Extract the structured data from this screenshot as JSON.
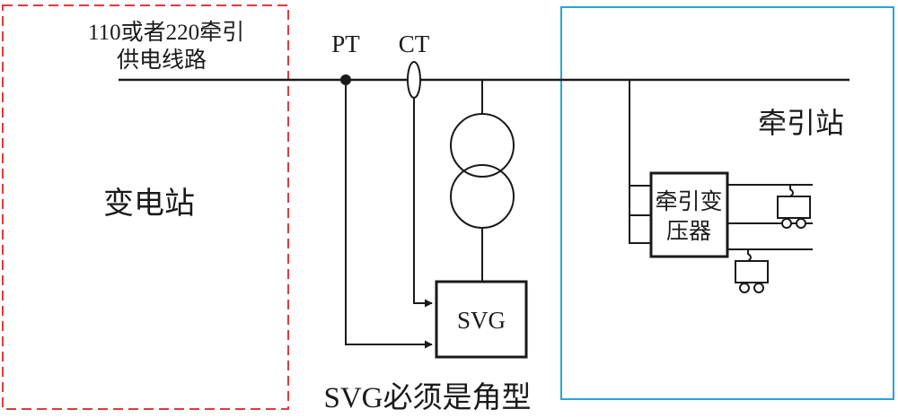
{
  "regions": {
    "substation": {
      "label": "变电站",
      "border_color": "#e03a3a"
    },
    "traction_station": {
      "label": "牵引站",
      "border_color": "#29a3d9"
    }
  },
  "line": {
    "label_line1": "110或者220牵引",
    "label_line2": "供电线路"
  },
  "sensors": {
    "pt_label": "PT",
    "ct_label": "CT"
  },
  "devices": {
    "svg_label": "SVG",
    "traction_transformer_line1": "牵引变",
    "traction_transformer_line2": "压器"
  },
  "caption": "SVG必须是角型",
  "colors": {
    "stroke": "#1a1a1a",
    "background": "#ffffff"
  }
}
